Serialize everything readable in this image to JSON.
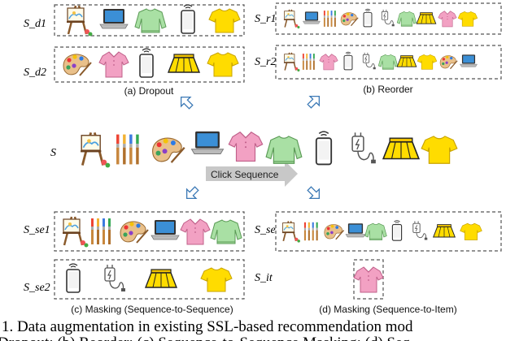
{
  "figure": {
    "rows": {
      "sd1": "S_d1",
      "sd2": "S_d2",
      "sr1": "S_r1",
      "sr2": "S_r2",
      "s": "S",
      "sse1": "S_se1",
      "sse2": "S_se2",
      "sse": "S_se",
      "sit": "S_it"
    },
    "panels": {
      "dropout": "(a) Dropout",
      "reorder": "(b) Reorder",
      "masking_seq": "(c) Masking (Sequence-to-Sequence)",
      "masking_item": "(d) Masking (Sequence-to-Item)"
    },
    "click_sequence": "Click Sequence",
    "caption_line1": "1. Data augmentation in existing SSL-based recommendation mod",
    "caption_line2": "Dropout; (b) Reorder; (c) Sequence-to-Sequence Masking; (d) Seq"
  },
  "items_legend": [
    "easel-icon",
    "brushes-icon",
    "palette-icon",
    "laptop-icon",
    "pink-shirt-icon",
    "sweater-icon",
    "phone-icon",
    "charger-icon",
    "skirt-icon",
    "yellow-tshirt-icon"
  ],
  "colors": {
    "box_dash": "#555555",
    "arrow_outline": "#3a78b5",
    "arrow_fill": "#ffffff",
    "click_arrow": "#c8c8c8",
    "pink": "#f2a1c3",
    "yellow": "#ffdc00",
    "green": "#a9e0a4",
    "laptop_screen": "#3b8fd6"
  }
}
